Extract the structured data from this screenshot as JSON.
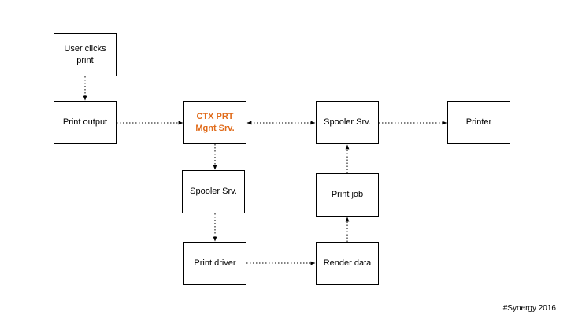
{
  "diagram": {
    "nodes": {
      "user_clicks": "User clicks\nprint",
      "print_output": "Print output",
      "ctx_prt": "CTX PRT\nMgnt Srv.",
      "spooler_top": "Spooler Srv.",
      "printer": "Printer",
      "spooler_mid": "Spooler Srv.",
      "print_job": "Print job",
      "print_driver": "Print driver",
      "render_data": "Render data"
    },
    "edges": [
      {
        "from": "user_clicks",
        "to": "print_output",
        "style": "dotted"
      },
      {
        "from": "print_output",
        "to": "ctx_prt",
        "style": "dotted"
      },
      {
        "from": "ctx_prt",
        "to": "spooler_top",
        "style": "dotted",
        "bidirectional": true
      },
      {
        "from": "spooler_top",
        "to": "printer",
        "style": "dotted"
      },
      {
        "from": "ctx_prt",
        "to": "spooler_mid",
        "style": "dotted"
      },
      {
        "from": "spooler_mid",
        "to": "print_driver",
        "style": "dotted"
      },
      {
        "from": "print_driver",
        "to": "render_data",
        "style": "dotted"
      },
      {
        "from": "render_data",
        "to": "print_job",
        "style": "dotted"
      },
      {
        "from": "print_job",
        "to": "spooler_top",
        "style": "dotted"
      }
    ],
    "highlight_color": "#e06b1a"
  },
  "footer": "#Synergy 2016"
}
